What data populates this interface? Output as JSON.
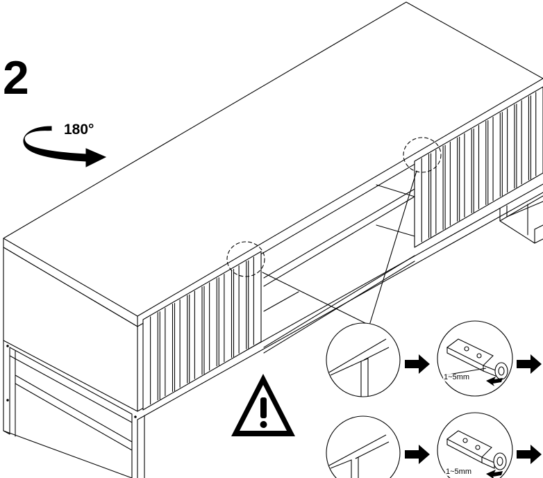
{
  "step": {
    "number": "2"
  },
  "rotation": {
    "label": "180°",
    "icon": "rotate-arrow-icon"
  },
  "warning": {
    "icon": "warning-triangle-icon"
  },
  "details": [
    {
      "gap_label": "1~5mm"
    },
    {
      "gap_label": "1~5mm"
    }
  ],
  "colors": {
    "line": "#000000",
    "background": "#ffffff"
  }
}
